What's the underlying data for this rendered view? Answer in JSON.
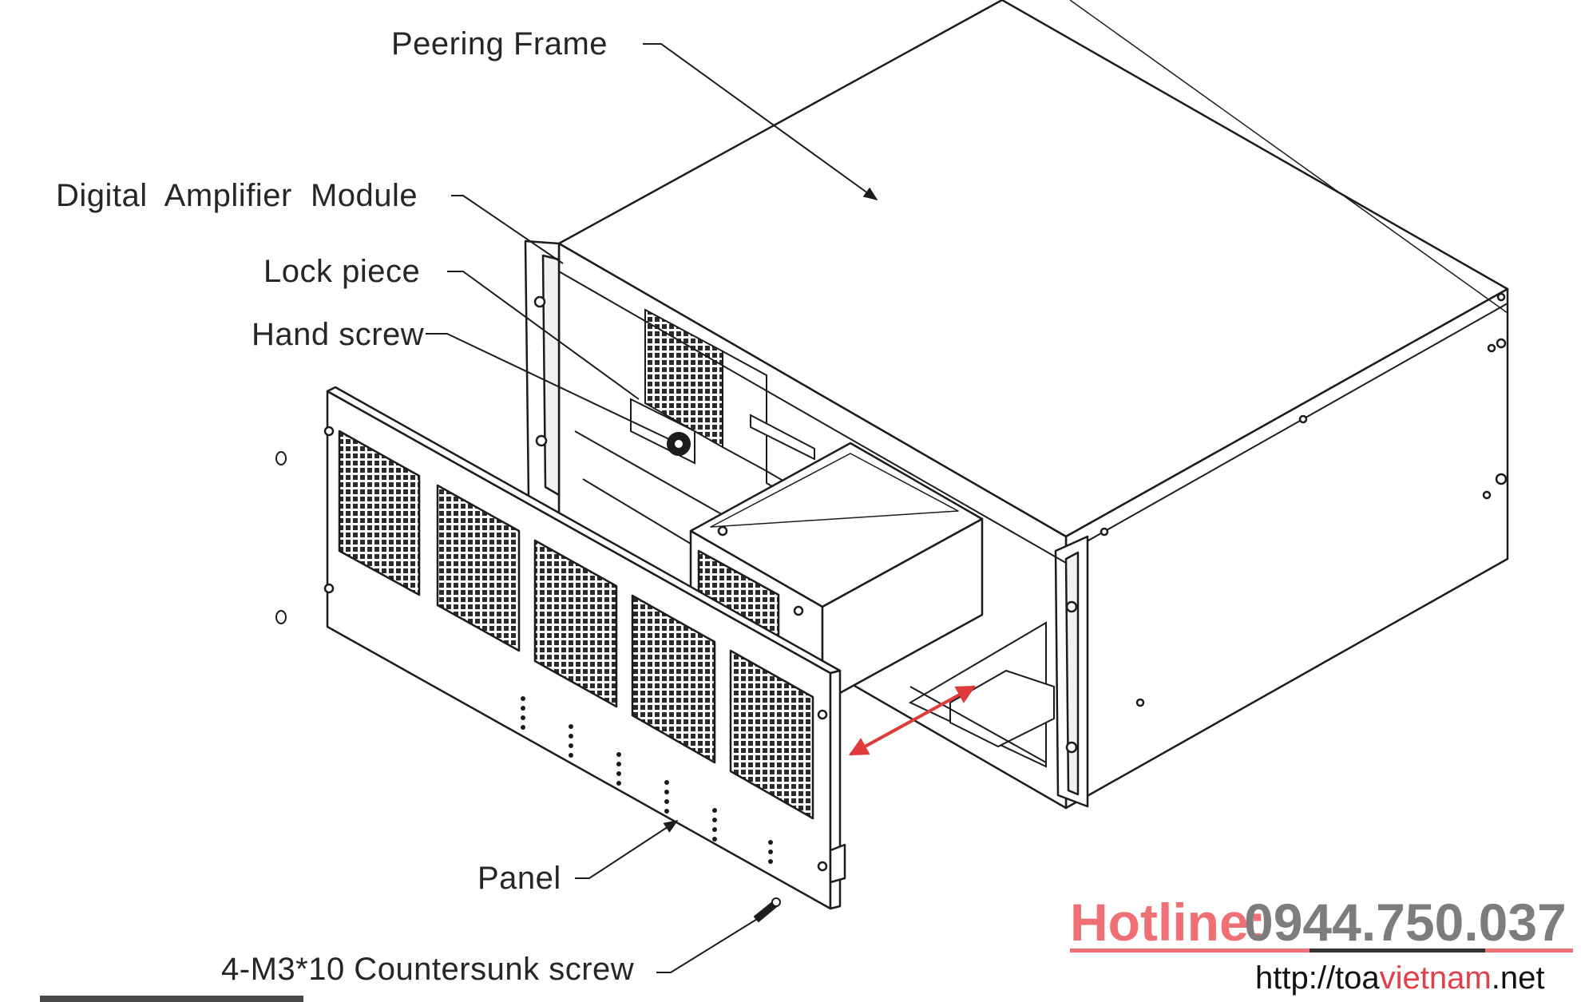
{
  "labels": {
    "peering_frame": "Peering Frame",
    "digital_amplifier_module": "Digital  Amplifier  Module",
    "lock_piece": "Lock piece",
    "hand_screw": "Hand screw",
    "panel": "Panel",
    "countersunk_screw": "4-M3*10 Countersunk screw"
  },
  "footer": {
    "hotline_label": "Hotline:",
    "hotline_number": "0944.750.037",
    "url_prefix": "http://toa",
    "url_accent": "vietnam",
    "url_suffix": ".net"
  },
  "colors": {
    "line": "#1c1c1c",
    "arrow": "#e03a3a",
    "hotline_label": "#ee6f74",
    "hotline_number": "#7d7d7d",
    "url_accent": "#e04048"
  }
}
